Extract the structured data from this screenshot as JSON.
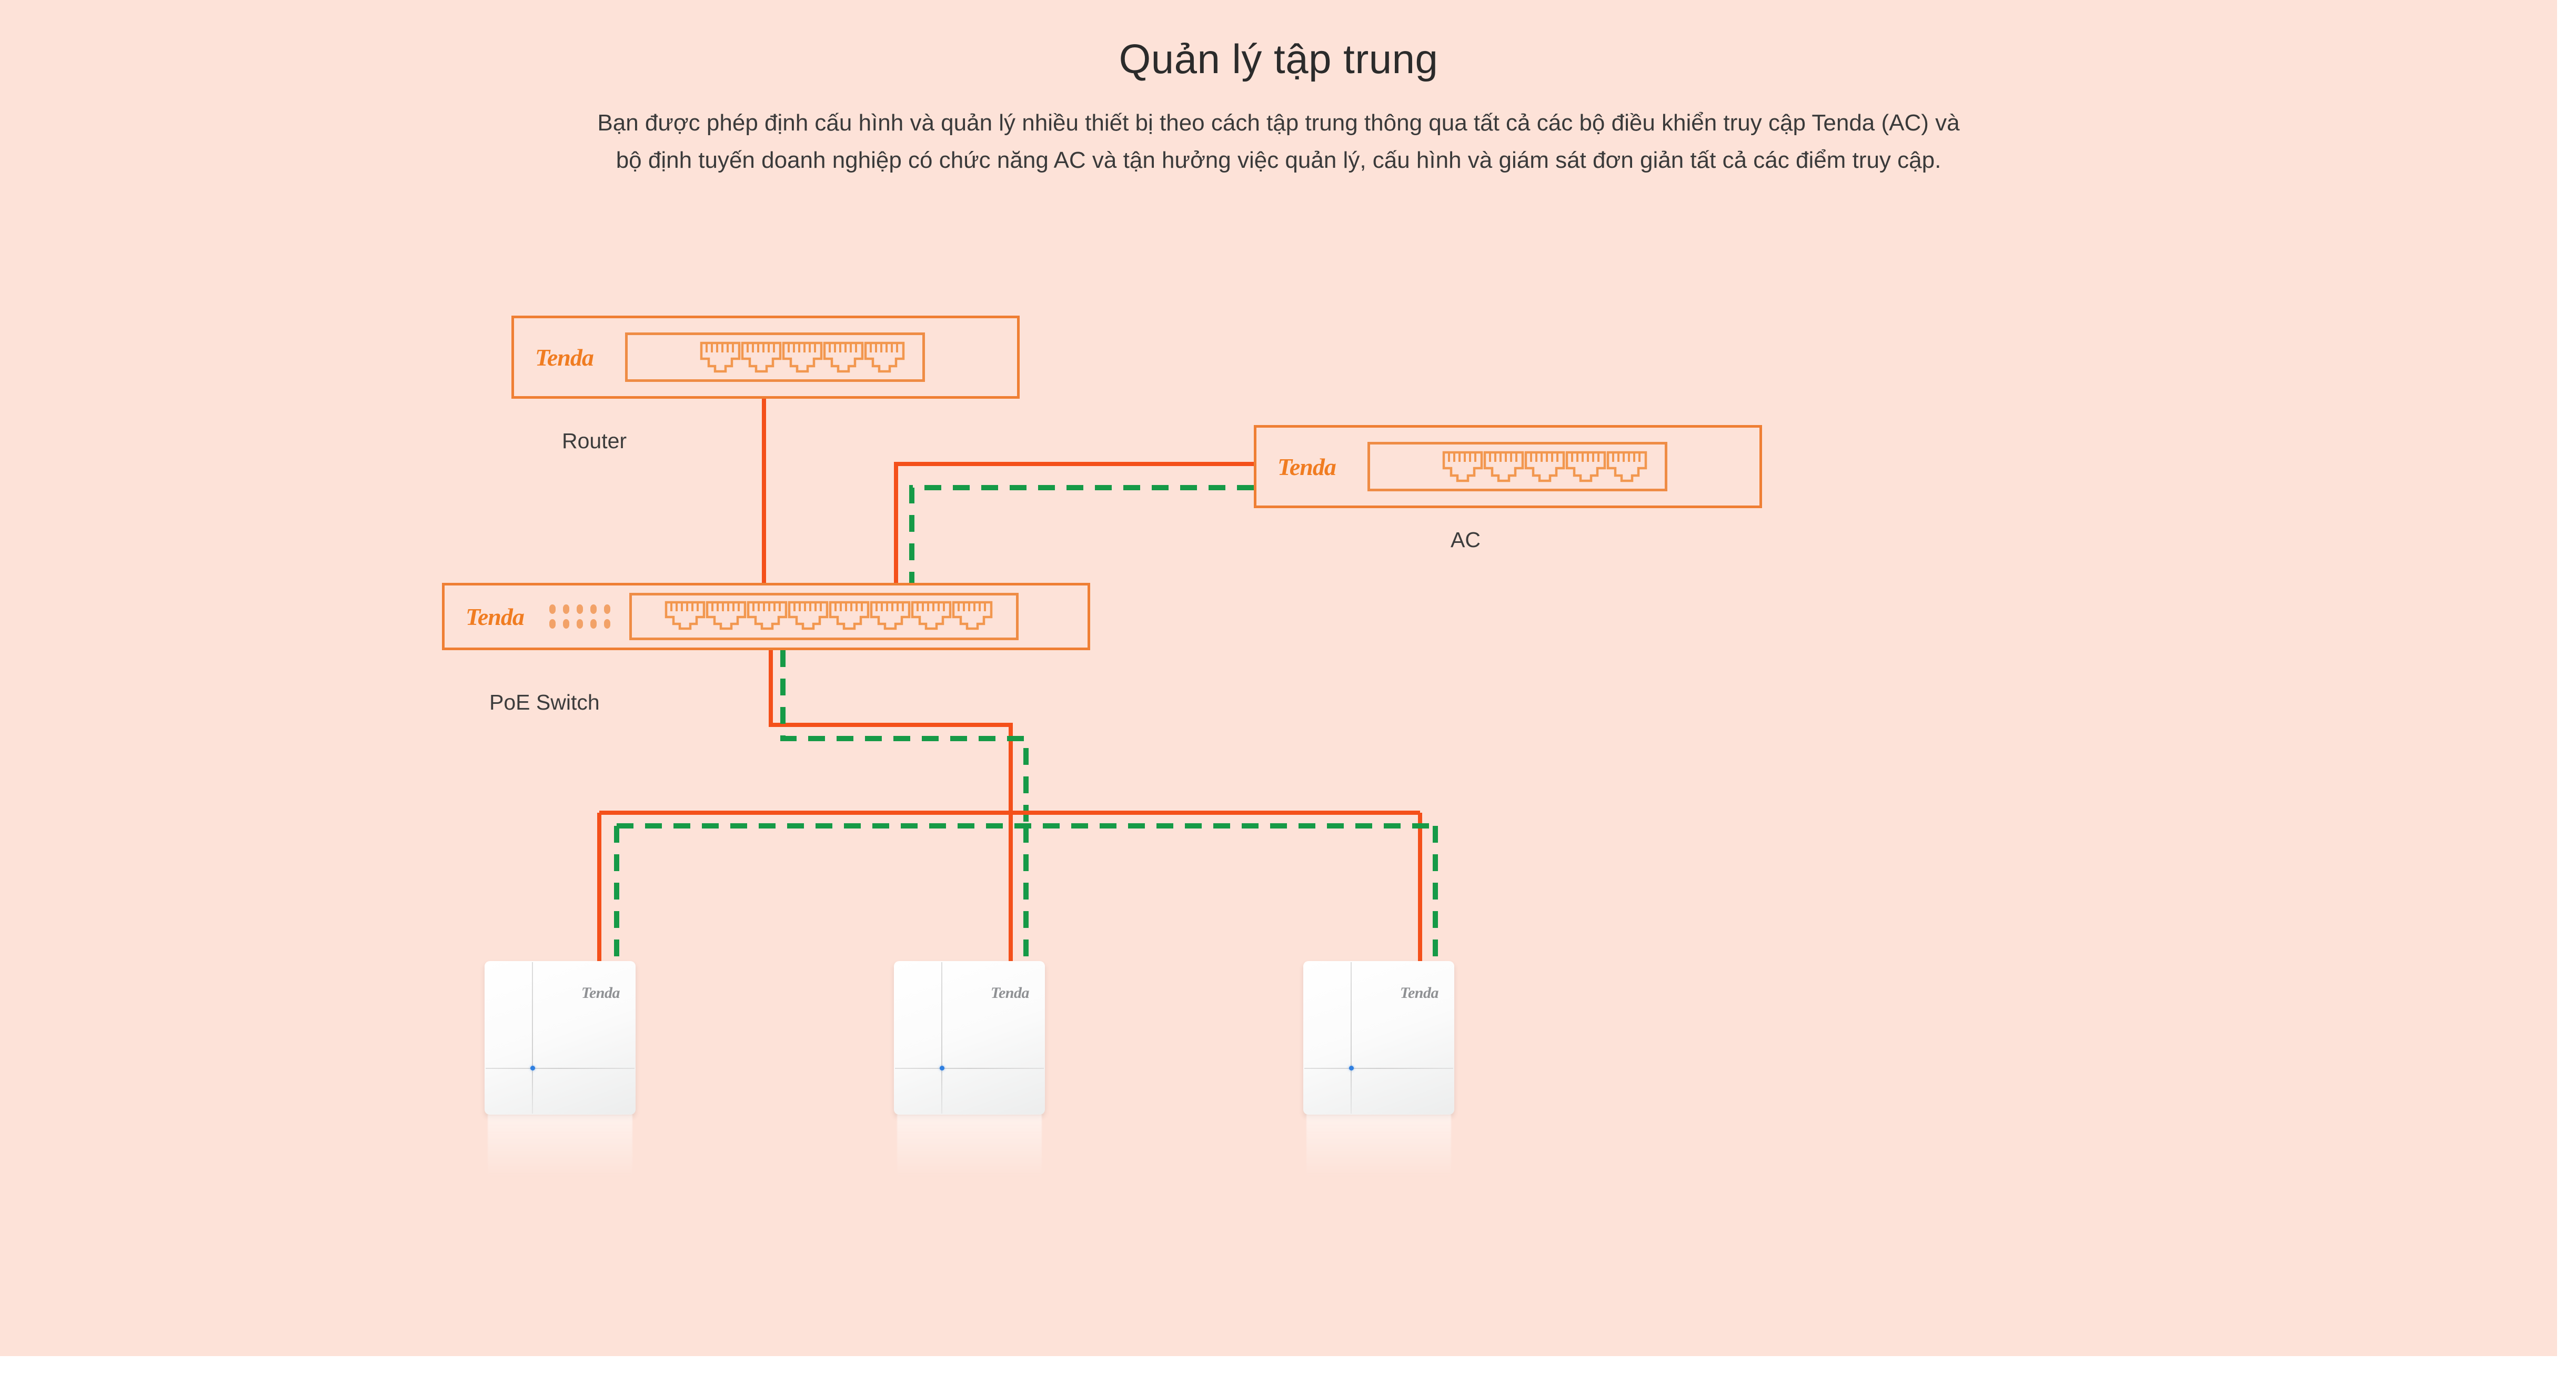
{
  "page": {
    "background_color": "#fde2d8",
    "title": "Quản lý tập trung",
    "subtitle": "Bạn được phép định cấu hình và quản lý nhiều thiết bị theo cách tập trung thông qua tất cả các bộ điều khiển truy cập Tenda (AC) và bộ định tuyến doanh nghiệp có chức năng AC và tận hưởng việc quản lý, cấu hình và giám sát đơn giản tất cả các điểm truy cập."
  },
  "brand": {
    "name": "Tenda",
    "logo_color_device": "#f07c21",
    "logo_color_ap": "#8f9194"
  },
  "colors": {
    "accent_orange": "#ef7f34",
    "cable_orange": "#f4501a",
    "cable_green": "#169a47",
    "text_dark": "#2b2b2b",
    "device_outline": "#ef7f34",
    "led_dot": "#f2a268",
    "ap_led_blue": "#2f7fe0"
  },
  "diagram": {
    "type": "network-topology",
    "legend_cables": [
      {
        "name": "power-data-cable",
        "style": "solid",
        "color": "#f4501a"
      },
      {
        "name": "management-cable",
        "style": "dashed",
        "color": "#169a47"
      }
    ],
    "devices": [
      {
        "id": "router",
        "caption": "Router",
        "logo": "Tenda",
        "port_count": 5,
        "has_led_grid": false
      },
      {
        "id": "ac",
        "caption": "AC",
        "logo": "Tenda",
        "port_count": 5,
        "has_led_grid": false
      },
      {
        "id": "poe-switch",
        "caption": "PoE Switch",
        "logo": "Tenda",
        "port_count": 8,
        "has_led_grid": true,
        "led_grid_columns": 5,
        "led_grid_rows": 2
      }
    ],
    "access_points": [
      {
        "id": "ap-1",
        "logo": "Tenda"
      },
      {
        "id": "ap-2",
        "logo": "Tenda"
      },
      {
        "id": "ap-3",
        "logo": "Tenda"
      }
    ],
    "connections": [
      {
        "from": "router",
        "to": "poe-switch",
        "style": "solid",
        "color": "#f4501a"
      },
      {
        "from": "ac",
        "to": "poe-switch",
        "style": "solid",
        "color": "#f4501a"
      },
      {
        "from": "ac",
        "to": "poe-switch",
        "style": "dashed",
        "color": "#169a47"
      },
      {
        "from": "poe-switch",
        "to": "ap-1",
        "style": "solid",
        "color": "#f4501a"
      },
      {
        "from": "poe-switch",
        "to": "ap-1",
        "style": "dashed",
        "color": "#169a47"
      },
      {
        "from": "poe-switch",
        "to": "ap-2",
        "style": "solid",
        "color": "#f4501a"
      },
      {
        "from": "poe-switch",
        "to": "ap-2",
        "style": "dashed",
        "color": "#169a47"
      },
      {
        "from": "poe-switch",
        "to": "ap-3",
        "style": "solid",
        "color": "#f4501a"
      },
      {
        "from": "poe-switch",
        "to": "ap-3",
        "style": "dashed",
        "color": "#169a47"
      }
    ]
  }
}
